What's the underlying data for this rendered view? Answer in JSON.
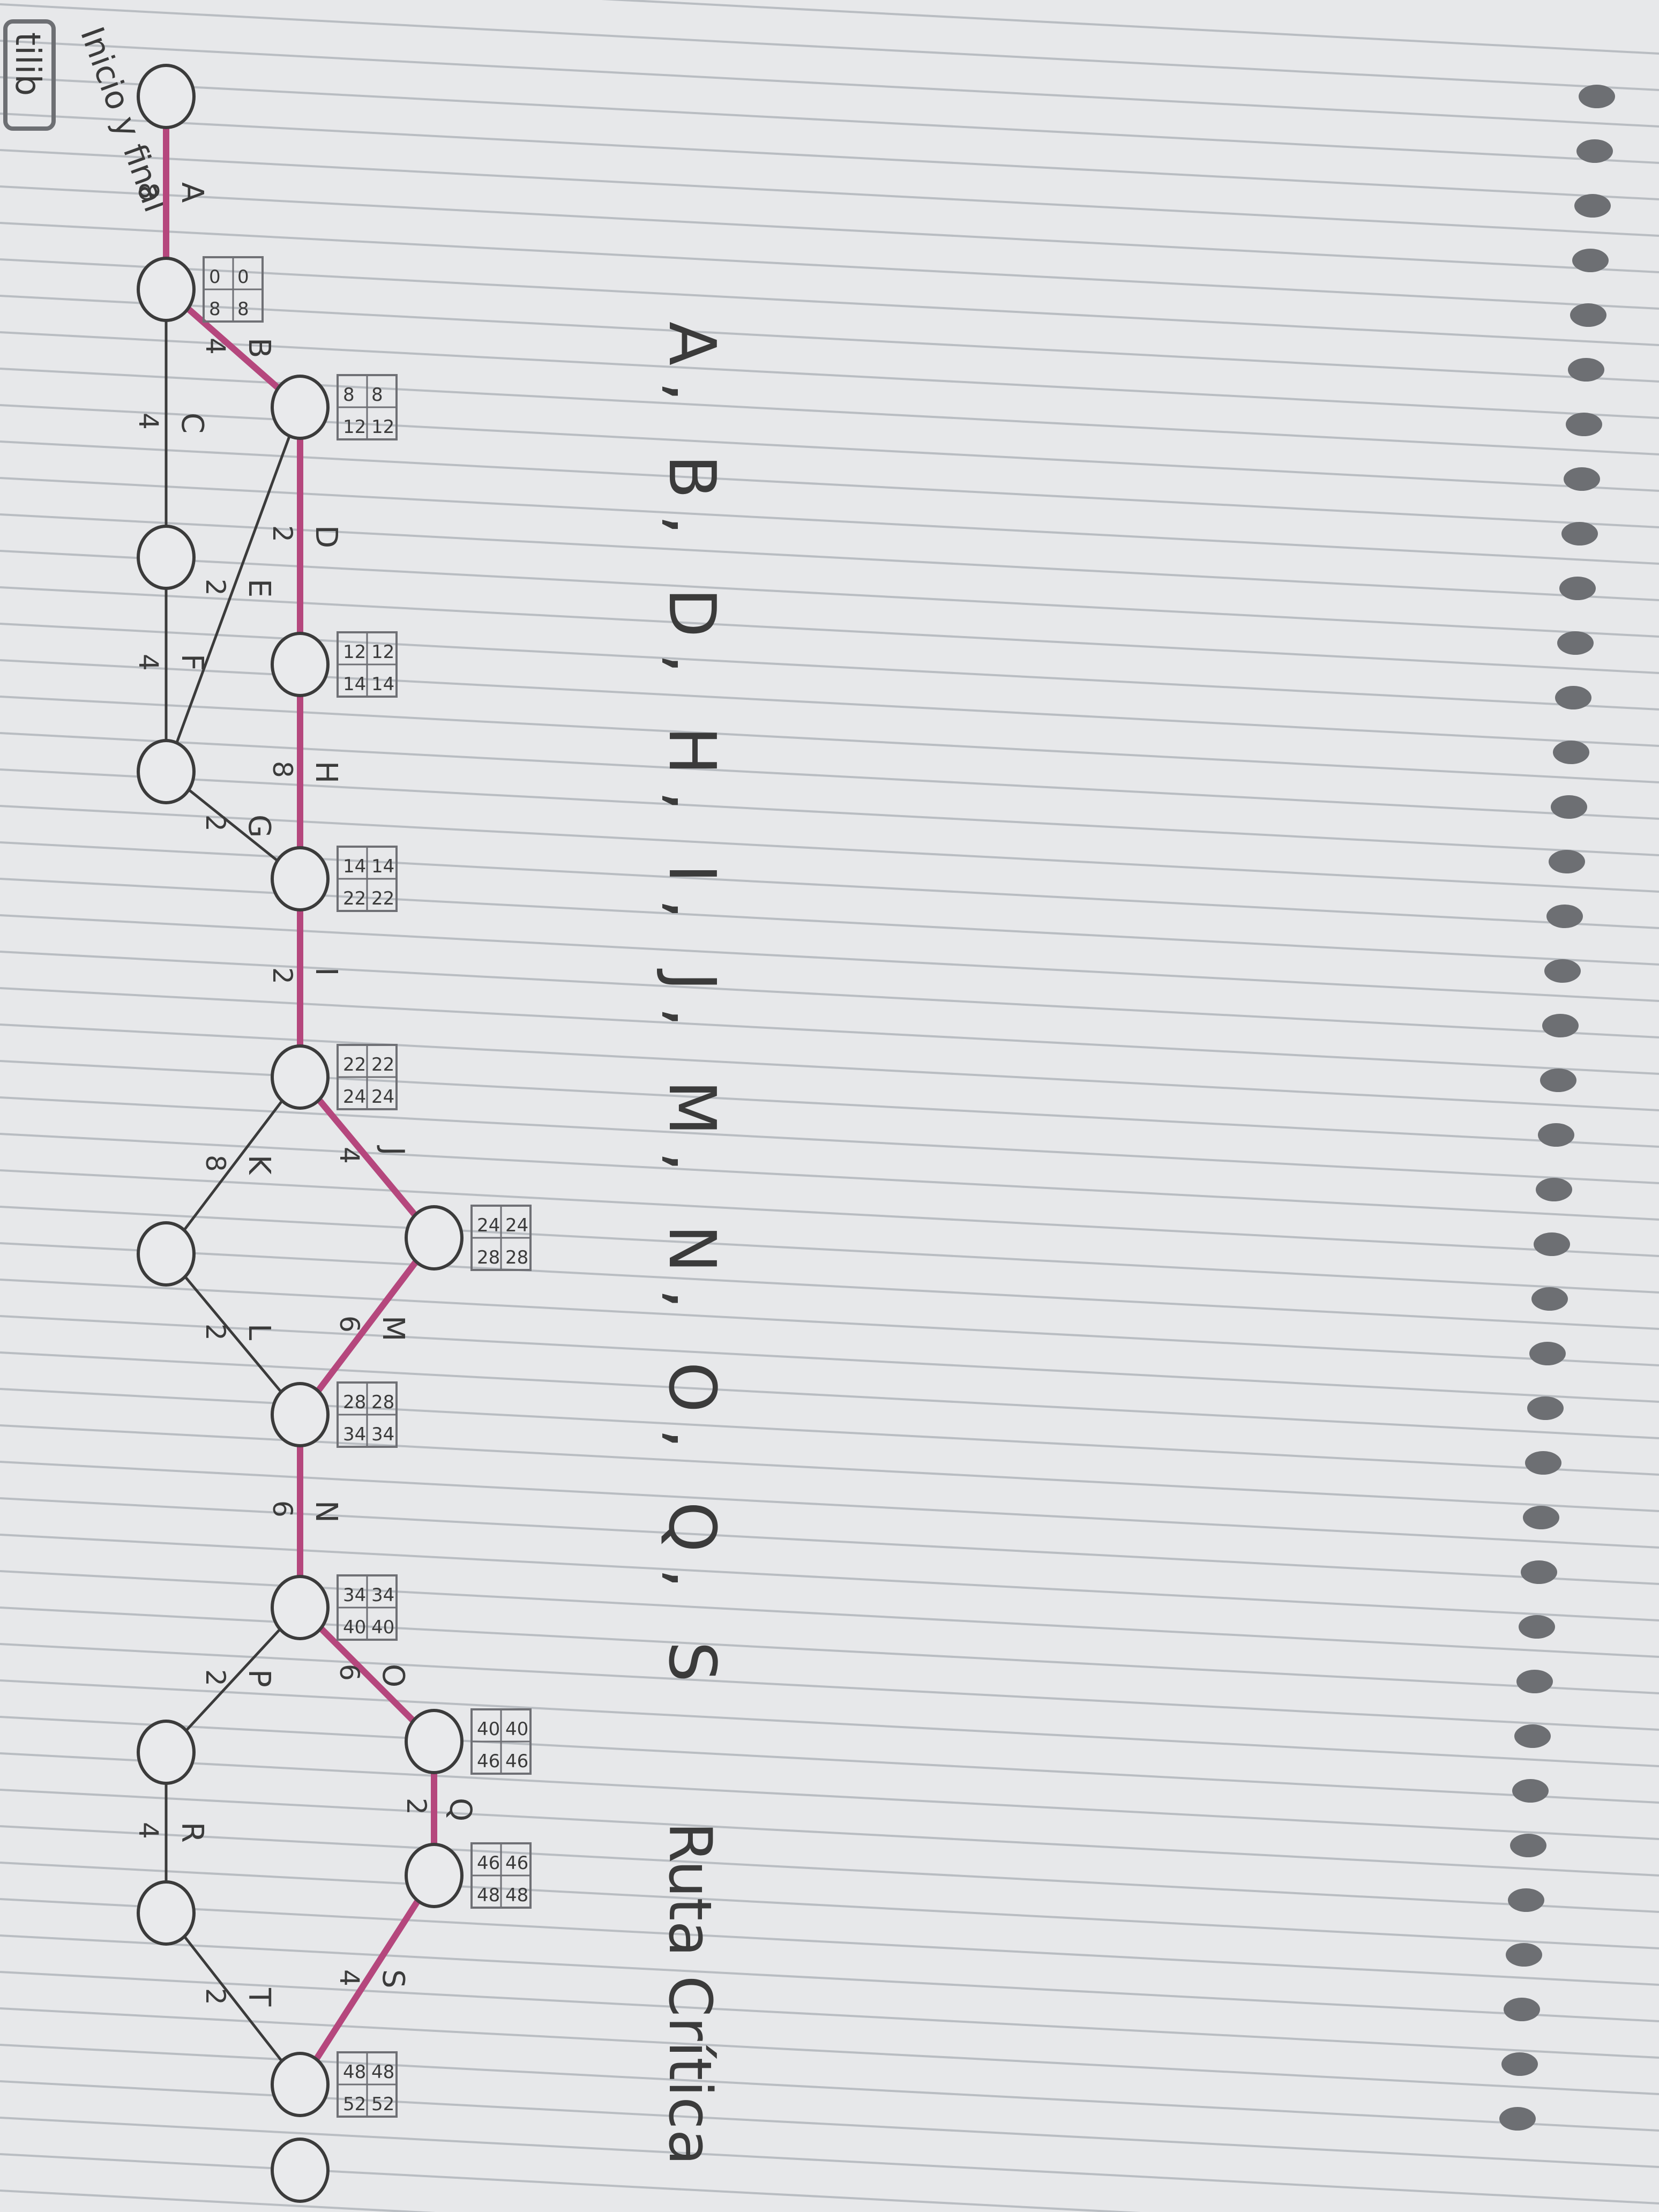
{
  "sheet": {
    "brand_tag": "tilib",
    "corner_label": "Inicio y final"
  },
  "network": {
    "nodes": [
      {
        "id": "n0"
      },
      {
        "id": "n1"
      },
      {
        "id": "n2"
      },
      {
        "id": "n3"
      },
      {
        "id": "n4"
      },
      {
        "id": "n5"
      },
      {
        "id": "n6"
      },
      {
        "id": "n7"
      },
      {
        "id": "n8"
      },
      {
        "id": "n9"
      },
      {
        "id": "n10"
      },
      {
        "id": "n11"
      },
      {
        "id": "n12"
      },
      {
        "id": "n13"
      },
      {
        "id": "n14"
      },
      {
        "id": "n15"
      },
      {
        "id": "n16"
      },
      {
        "id": "n17"
      }
    ],
    "activities": [
      {
        "from": "n0",
        "to": "n1",
        "name": "A",
        "duration": "8",
        "critical": true
      },
      {
        "from": "n1",
        "to": "n2",
        "name": "B",
        "duration": "4",
        "critical": true
      },
      {
        "from": "n1",
        "to": "n3",
        "name": "C",
        "duration": "4",
        "critical": false
      },
      {
        "from": "n2",
        "to": "n4",
        "name": "D",
        "duration": "2",
        "critical": true
      },
      {
        "from": "n2",
        "to": "n5",
        "name": "E",
        "duration": "2",
        "critical": false
      },
      {
        "from": "n3",
        "to": "n5",
        "name": "F",
        "duration": "4",
        "critical": false
      },
      {
        "from": "n5",
        "to": "n6",
        "name": "G",
        "duration": "2",
        "critical": false
      },
      {
        "from": "n4",
        "to": "n6",
        "name": "H",
        "duration": "8",
        "critical": true
      },
      {
        "from": "n6",
        "to": "n7",
        "name": "I",
        "duration": "2",
        "critical": true
      },
      {
        "from": "n7",
        "to": "n8",
        "name": "J",
        "duration": "4",
        "critical": true
      },
      {
        "from": "n7",
        "to": "n9",
        "name": "K",
        "duration": "8",
        "critical": false
      },
      {
        "from": "n9",
        "to": "n10",
        "name": "L",
        "duration": "2",
        "critical": false
      },
      {
        "from": "n8",
        "to": "n10",
        "name": "M",
        "duration": "6",
        "critical": true
      },
      {
        "from": "n10",
        "to": "n11",
        "name": "N",
        "duration": "6",
        "critical": true
      },
      {
        "from": "n11",
        "to": "n12",
        "name": "O",
        "duration": "6",
        "critical": true
      },
      {
        "from": "n11",
        "to": "n14",
        "name": "P",
        "duration": "2",
        "critical": false
      },
      {
        "from": "n12",
        "to": "n13",
        "name": "Q",
        "duration": "2",
        "critical": true
      },
      {
        "from": "n14",
        "to": "n15",
        "name": "R",
        "duration": "4",
        "critical": false
      },
      {
        "from": "n13",
        "to": "n16",
        "name": "S",
        "duration": "4",
        "critical": true
      },
      {
        "from": "n15",
        "to": "n16",
        "name": "T",
        "duration": "2",
        "critical": false
      }
    ],
    "time_boxes": [
      {
        "node": "n1",
        "cells": [
          "0",
          "8",
          "0",
          "8"
        ]
      },
      {
        "node": "n2",
        "cells": [
          "8",
          "12",
          "8",
          "12"
        ]
      },
      {
        "node": "n4",
        "cells": [
          "12",
          "14",
          "12",
          "14"
        ]
      },
      {
        "node": "n6",
        "cells": [
          "14",
          "22",
          "14",
          "22"
        ]
      },
      {
        "node": "n7",
        "cells": [
          "22",
          "24",
          "22",
          "24"
        ]
      },
      {
        "node": "n8",
        "cells": [
          "24",
          "28",
          "24",
          "28"
        ]
      },
      {
        "node": "n10",
        "cells": [
          "28",
          "34",
          "28",
          "34"
        ]
      },
      {
        "node": "n11",
        "cells": [
          "34",
          "40",
          "34",
          "40"
        ]
      },
      {
        "node": "n12",
        "cells": [
          "40",
          "46",
          "40",
          "46"
        ]
      },
      {
        "node": "n13",
        "cells": [
          "46",
          "48",
          "46",
          "48"
        ]
      },
      {
        "node": "n16",
        "cells": [
          "48",
          "52",
          "48",
          "52"
        ]
      }
    ],
    "critical_path_text": "A, B, D, H, I, J, M, N, O, Q, S",
    "critical_path_label": "Ruta Crítica"
  },
  "colors": {
    "paper": "#e9eaec",
    "rule_line": "#b9bdc2",
    "ink": "#3b3b3b",
    "critical": "#b5477d",
    "spiral": "#6d6f73"
  }
}
